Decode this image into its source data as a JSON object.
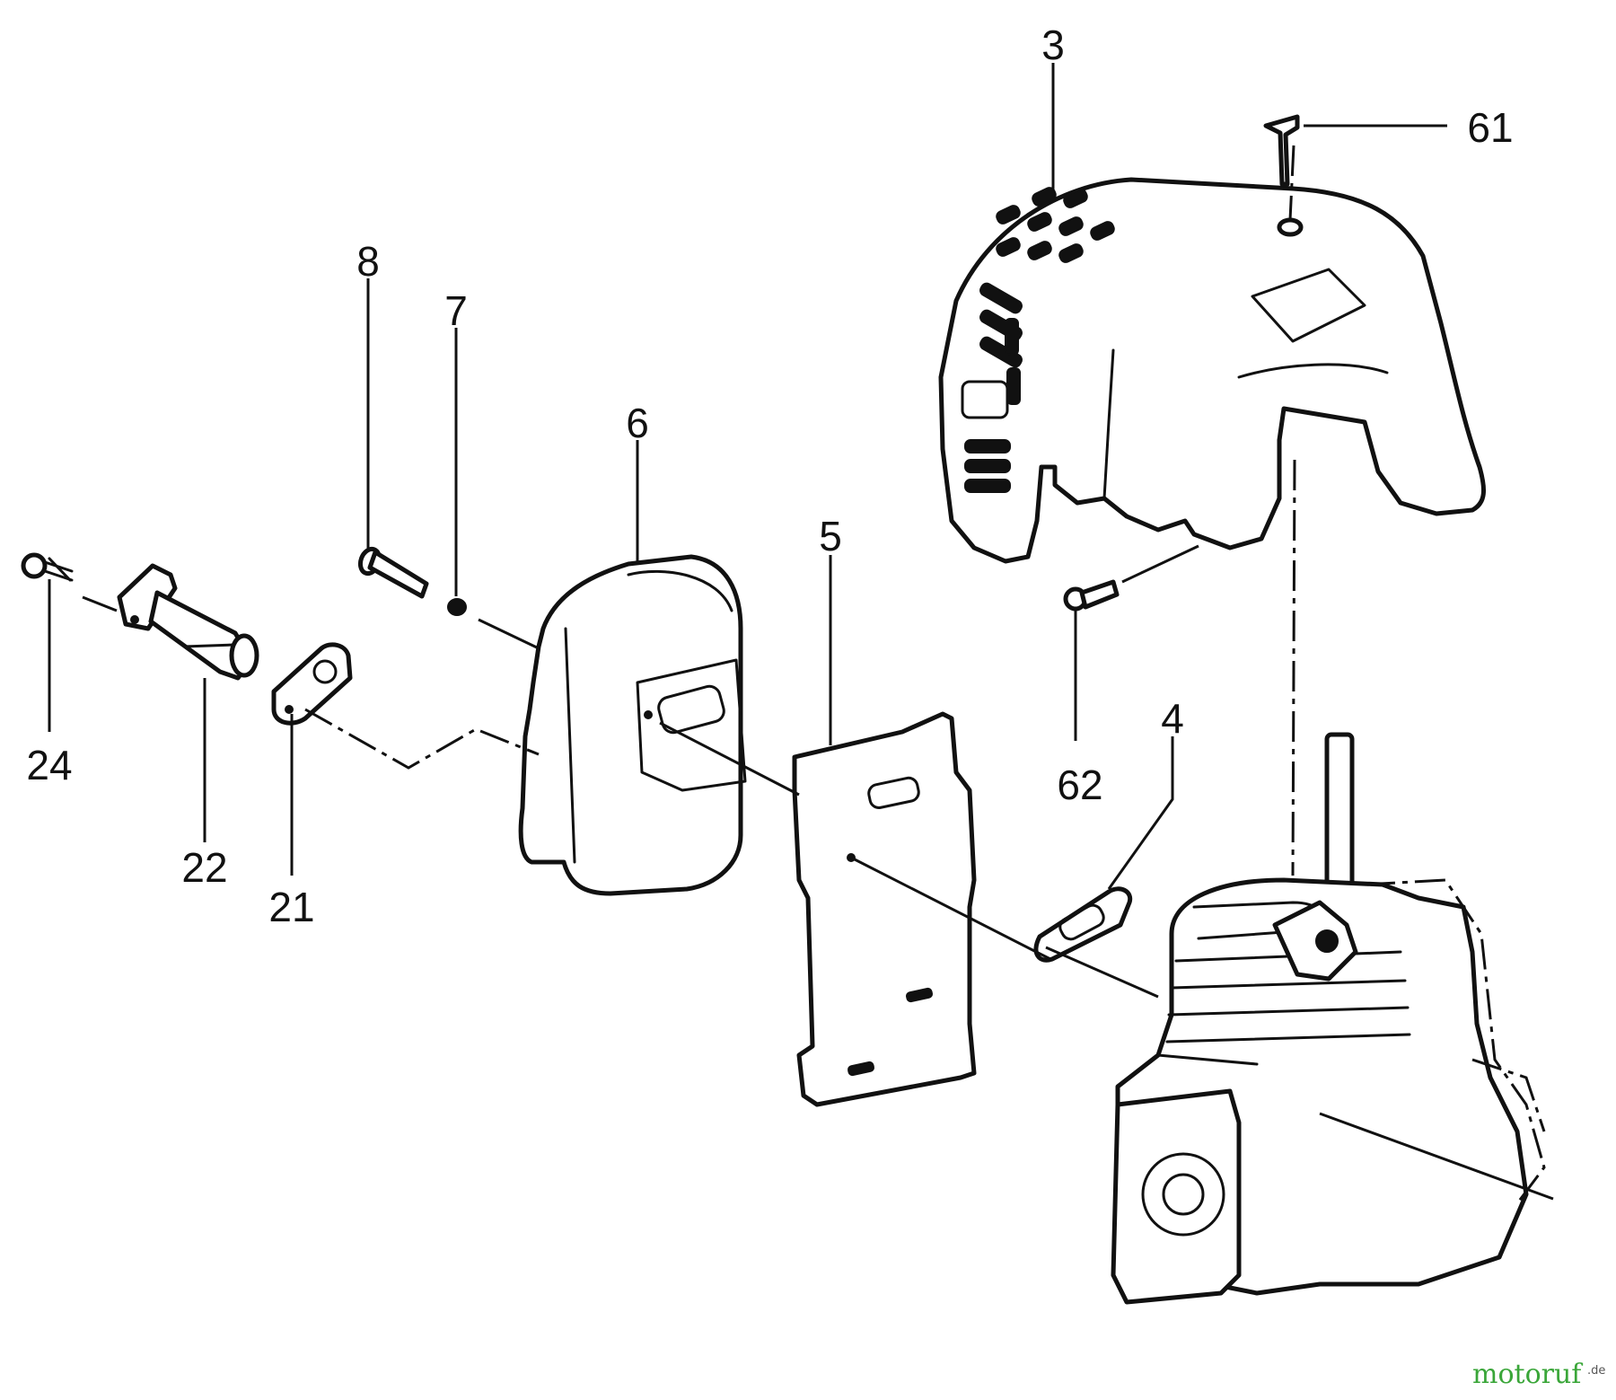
{
  "diagram": {
    "callouts": {
      "p3": "3",
      "p61": "61",
      "p8": "8",
      "p7": "7",
      "p6": "6",
      "p5": "5",
      "p4": "4",
      "p62": "62",
      "p24": "24",
      "p22": "22",
      "p21": "21"
    }
  },
  "watermark": {
    "logo_text": "motoruf",
    "domain_suffix": ".de"
  }
}
